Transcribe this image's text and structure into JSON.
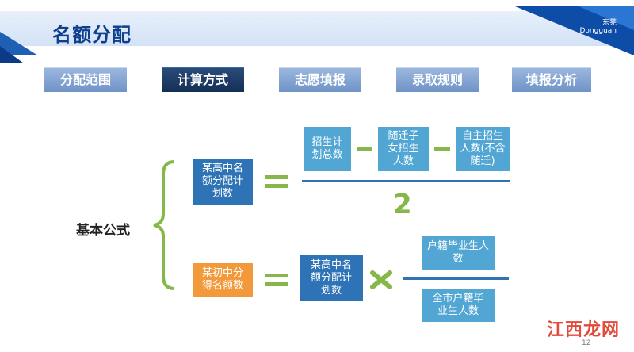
{
  "page_title": "名额分配",
  "logo": {
    "text_line1": "东莞",
    "text_line2": "Dongguan"
  },
  "tabs": [
    {
      "label": "分配范围"
    },
    {
      "label": "计算方式"
    },
    {
      "label": "志愿填报"
    },
    {
      "label": "录取规则"
    },
    {
      "label": "填报分析"
    }
  ],
  "formula": {
    "label": "基本公式",
    "upper": {
      "left_box": "某高中名额分配计划数",
      "term1": "招生计划总数",
      "term2": "随迁子女招生人数",
      "term3": "自主招生人数(不含随迁)",
      "divisor": "2"
    },
    "lower": {
      "left_box": "某初中分得名额数",
      "middle_box": "某高中名额分配计划数",
      "numerator": "户籍毕业生人数",
      "denominator": "全市户籍毕业生人数"
    }
  },
  "page_number": "12",
  "watermark": "江西龙网",
  "colors": {
    "dark_box": "#2f73b7",
    "light_box": "#52a6d4",
    "orange_box": "#f29a3b",
    "green": "#86b849"
  }
}
